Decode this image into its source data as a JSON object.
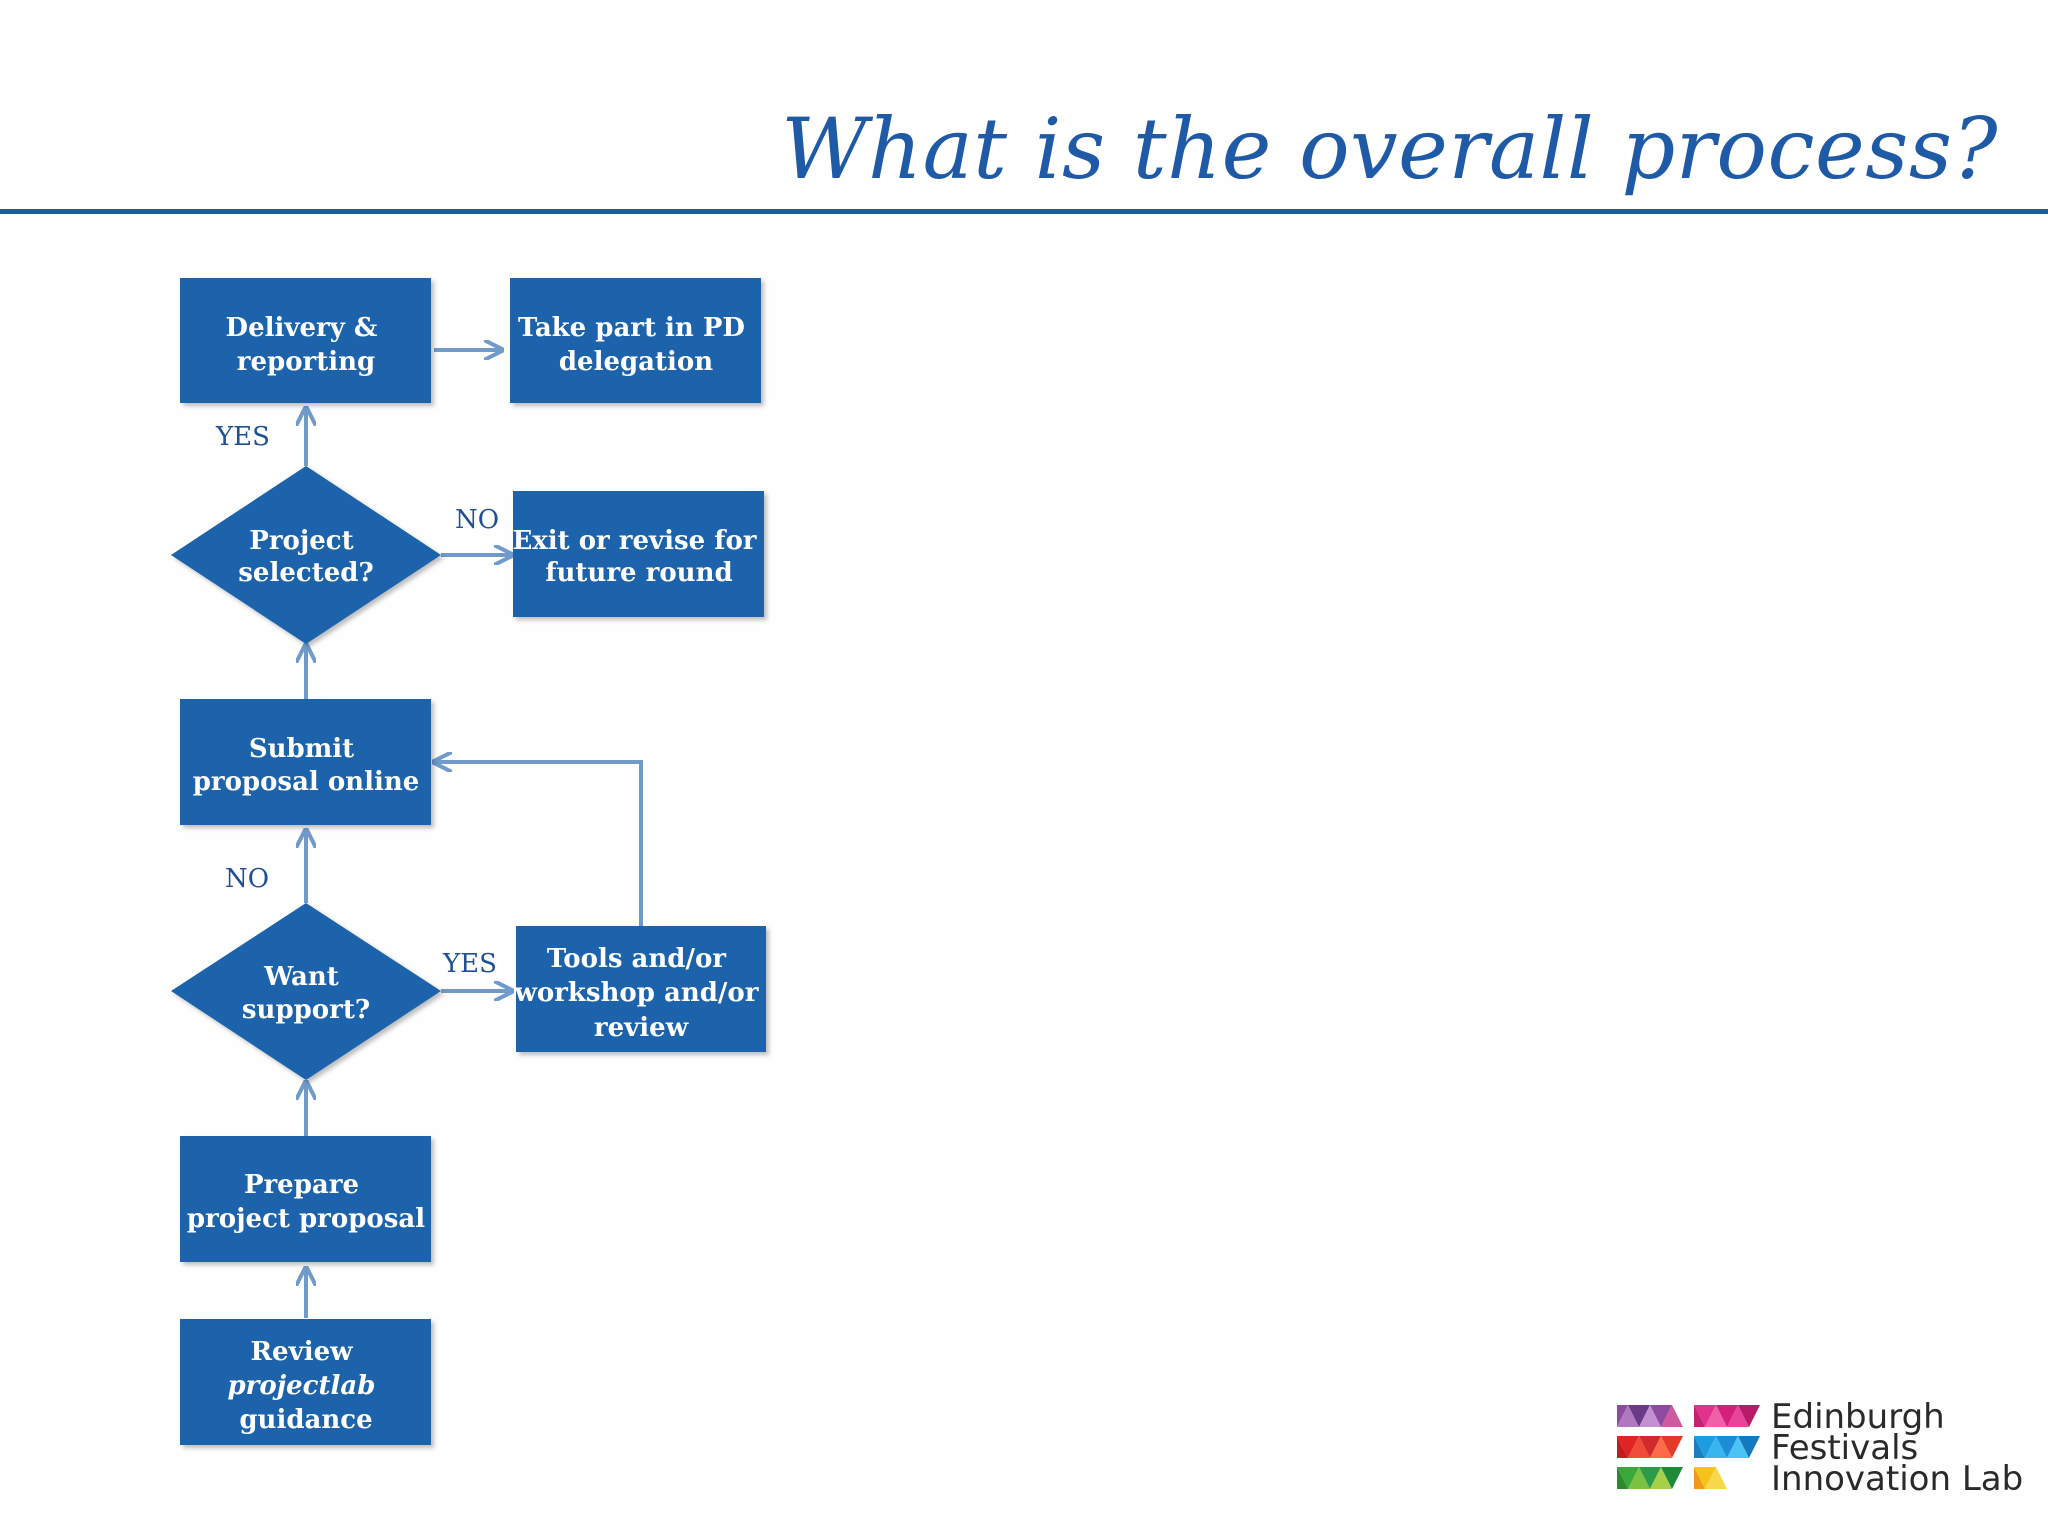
{
  "title": "What is the overall  process?",
  "colors": {
    "accent": "#1f5aa6",
    "node_fill": "#1e64ab",
    "edge": "#6f9ac9",
    "edge_label": "#1f4f95"
  },
  "nodes": {
    "delivery": [
      "Delivery &",
      "reporting"
    ],
    "pd_delegation": [
      "Take part in PD",
      "delegation"
    ],
    "project_selected": [
      "Project",
      "selected?"
    ],
    "exit_revise": [
      "Exit or revise for",
      "future round"
    ],
    "submit": [
      "Submit",
      "proposal online"
    ],
    "want_support": [
      "Want",
      "support?"
    ],
    "tools": [
      "Tools and/or",
      "workshop and/or",
      "review"
    ],
    "prepare": [
      "Prepare",
      "project proposal"
    ],
    "review": [
      "Review",
      "projectlab",
      "guidance"
    ]
  },
  "edge_labels": {
    "selected_yes": "YES",
    "selected_no": "NO",
    "support_no": "NO",
    "support_yes": "YES"
  },
  "logo": {
    "lines": [
      "Edinburgh",
      "Festivals",
      "Innovation Lab"
    ]
  }
}
